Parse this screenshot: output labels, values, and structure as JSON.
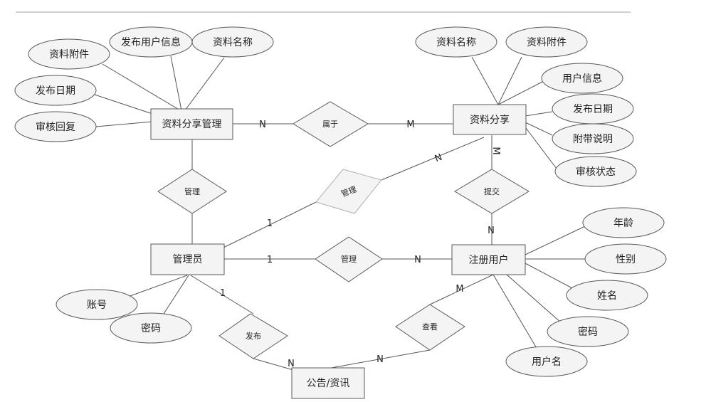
{
  "entities": {
    "resource_share_mgmt": "资料分享管理",
    "resource_share": "资料分享",
    "admin": "管理员",
    "registered_user": "注册用户",
    "notice": "公告/资讯"
  },
  "relationships": {
    "belongs_to": "属于",
    "manage_share": "管理",
    "manage_resource": "管理",
    "manage_user": "管理",
    "submit": "提交",
    "publish": "发布",
    "view": "查看"
  },
  "attributes": {
    "mgmt_attachment": "资料附件",
    "mgmt_publisher": "发布用户信息",
    "mgmt_name": "资料名称",
    "mgmt_date": "发布日期",
    "mgmt_review_reply": "审核回复",
    "share_name": "资料名称",
    "share_attachment": "资料附件",
    "share_user_info": "用户信息",
    "share_date": "发布日期",
    "share_note": "附带说明",
    "share_review_status": "审核状态",
    "admin_account": "账号",
    "admin_password": "密码",
    "user_age": "年龄",
    "user_gender": "性别",
    "user_name": "姓名",
    "user_password": "密码",
    "user_username": "用户名"
  },
  "cardinalities": {
    "mgmt_belongs": "N",
    "share_belongs": "M",
    "share_submit": "M",
    "user_submit": "N",
    "share_manage": "N",
    "admin_manage_share": "1",
    "admin_manage_user": "1",
    "user_manage": "N",
    "admin_publish": "1",
    "notice_publish": "N",
    "user_view": "M",
    "notice_view": "N"
  }
}
